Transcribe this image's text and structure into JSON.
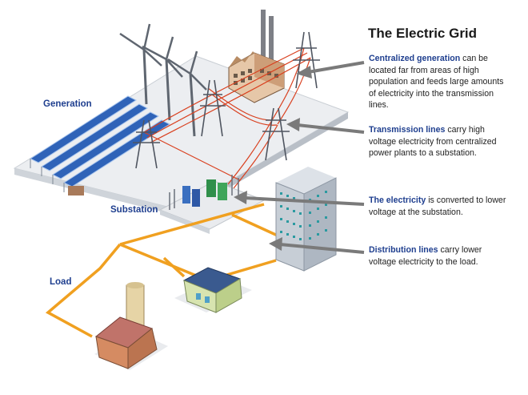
{
  "title": "The Electric Grid",
  "sections": {
    "generation": "Generation",
    "substation": "Substation",
    "load": "Load"
  },
  "callouts": [
    {
      "keyword": "Centralized generation",
      "text": " can be located far from areas of high population and feeds large amounts of electricity into the transmission lines."
    },
    {
      "keyword": "Transmission lines",
      "text": " carry high voltage electricity from centralized power plants to a substation."
    },
    {
      "keyword": "The electricity",
      "text": " is converted to lower voltage at the substation."
    },
    {
      "keyword": "Distribution lines",
      "text": " carry lower voltage electricity to the  load."
    }
  ],
  "colors": {
    "accent": "#1f3f8f",
    "arrow": "#7a7a7a",
    "distribution_line": "#f0a020",
    "transmission_line": "#d9401f"
  }
}
